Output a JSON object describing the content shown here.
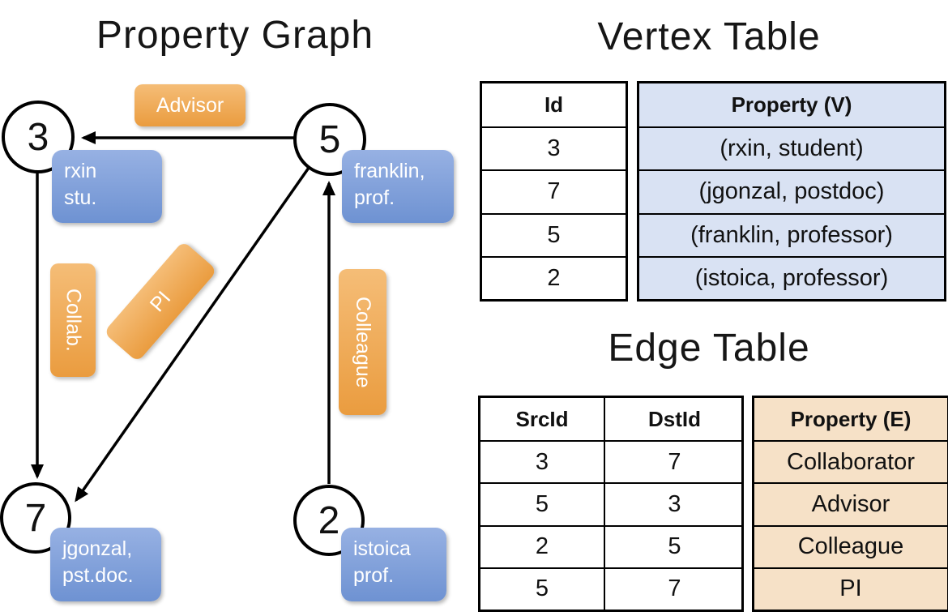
{
  "graph": {
    "title": "Property Graph",
    "nodes": {
      "n3": {
        "id": "3",
        "line1": "rxin",
        "line2": "stu."
      },
      "n5": {
        "id": "5",
        "line1": "franklin,",
        "line2": "prof."
      },
      "n7": {
        "id": "7",
        "line1": "jgonzal,",
        "line2": "pst.doc."
      },
      "n2": {
        "id": "2",
        "line1": "istoica",
        "line2": "prof."
      }
    },
    "edge_labels": {
      "advisor": "Advisor",
      "collab": "Collab.",
      "pi": "PI",
      "colleague": "Colleague"
    }
  },
  "vertex_table": {
    "title": "Vertex Table",
    "columns": [
      "Id",
      "Property (V)"
    ],
    "rows": [
      [
        "3",
        "(rxin, student)"
      ],
      [
        "7",
        "(jgonzal, postdoc)"
      ],
      [
        "5",
        "(franklin, professor)"
      ],
      [
        "2",
        "(istoica, professor)"
      ]
    ]
  },
  "edge_table": {
    "title": "Edge Table",
    "columns": [
      "SrcId",
      "DstId",
      "Property (E)"
    ],
    "rows": [
      [
        "3",
        "7",
        "Collaborator"
      ],
      [
        "5",
        "3",
        "Advisor"
      ],
      [
        "2",
        "5",
        "Colleague"
      ],
      [
        "5",
        "7",
        "PI"
      ]
    ]
  },
  "colors": {
    "vertex_box": "#7e9fd8",
    "edge_box": "#efaa52",
    "vertex_cell_fill": "#d9e2f3",
    "edge_cell_fill": "#f6e1c7",
    "line": "#000000"
  }
}
